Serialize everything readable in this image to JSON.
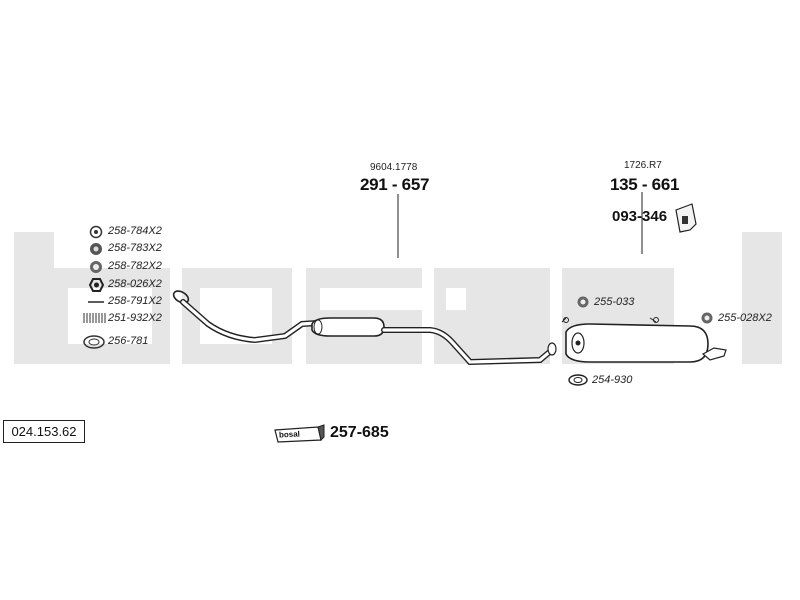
{
  "catalog_number": "024.153.62",
  "watermark": "bosal",
  "fittings": [
    {
      "code": "258-784X2",
      "icon": "washer-icon"
    },
    {
      "code": "258-783X2",
      "icon": "grommet-icon"
    },
    {
      "code": "258-782X2",
      "icon": "ring-icon"
    },
    {
      "code": "258-026X2",
      "icon": "nut-icon"
    },
    {
      "code": "258-791X2",
      "icon": "pin-icon"
    },
    {
      "code": "251-932X2",
      "icon": "spring-icon"
    },
    {
      "code": "256-781",
      "icon": "gasket-icon"
    }
  ],
  "middle_section": {
    "ref": "9604.1778",
    "part": "291 - 657"
  },
  "rear_section": {
    "ref": "1726.R7",
    "part": "135 - 661"
  },
  "rear_bracket": {
    "part": "093-346"
  },
  "rear_fittings": [
    {
      "code": "255-033"
    },
    {
      "code": "255-028X2"
    },
    {
      "code": "254-930"
    }
  ],
  "kit": {
    "brand": "bosal",
    "part": "257-685"
  }
}
